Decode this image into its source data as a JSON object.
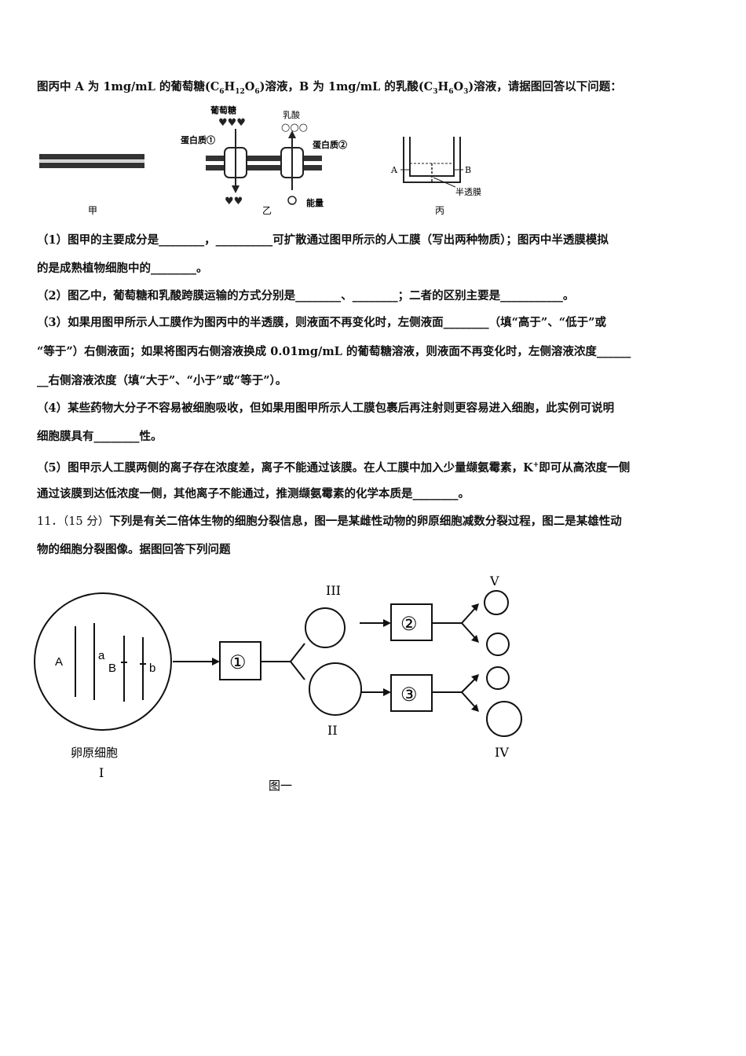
{
  "intro": {
    "p1": "图丙中 A 为 1mg/mL 的葡萄糖(C",
    "s1": "6",
    "p2": "H",
    "s2": "12",
    "p3": "O",
    "s3": "6",
    "p4": ")溶液，B 为 1mg/mL 的乳酸(C",
    "s4": "3",
    "p5": "H",
    "s5": "6",
    "p6": "O",
    "s6": "3",
    "p7": ")溶液，请据图回答以下问题："
  },
  "figure_top": {
    "label_jia": "甲",
    "label_yi": "乙",
    "label_bing": "丙",
    "glucose": "葡萄糖",
    "lactic": "乳酸",
    "protein1": "蛋白质①",
    "protein2": "蛋白质②",
    "energy": "能量",
    "A": "A",
    "B": "B",
    "membrane": "半透膜"
  },
  "q1": {
    "line1": "（1）图甲的主要成分是________，__________可扩散通过图甲所示的人工膜（写出两种物质）；图丙中半透膜模拟",
    "line2": "的是成熟植物细胞中的________。"
  },
  "q2": {
    "line1": "（2）图乙中，葡萄糖和乳酸跨膜运输的方式分别是________、________；二者的区别主要是___________。"
  },
  "q3": {
    "line1": "（3）如果用图甲所示人工膜作为图丙中的半透膜，则液面不再变化时，左侧液面________（填“高于”、“低于”或",
    "line2": "“等于”）右侧液面；如果将图丙右侧溶液换成 0.01mg/mL 的葡萄糖溶液，则液面不再变化时，左侧溶液浓度______",
    "line3": "__右侧溶液浓度（填“大于”、“小于”或“等于”）。"
  },
  "q4": {
    "line1": "（4）某些药物大分子不容易被细胞吸收，但如果用图甲所示人工膜包裹后再注射则更容易进入细胞，此实例可说明",
    "line2": "细胞膜具有________性。"
  },
  "q5": {
    "line1a": "（5）图甲示人工膜两侧的离子存在浓度差，离子不能通过该膜。在人工膜中加入少量缬氨霉素，K",
    "line1sup": "+",
    "line1b": "即可从高浓度一侧",
    "line2": "通过该膜到达低浓度一侧，其他离子不能通过，推测缬氨霉素的化学本质是________。"
  },
  "q11": {
    "number": "11．（15 分）",
    "line1": "下列是有关二倍体生物的细胞分裂信息，图一是某雌性动物的卵原细胞减数分裂过程，图二是某雄性动",
    "line2": "物的细胞分裂图像。据图回答下列问题"
  },
  "figure_one": {
    "chrom_A": "A",
    "chrom_a": "a",
    "chrom_B": "B",
    "chrom_b": "b",
    "cell_name": "卵原细胞",
    "cell_I": "I",
    "step1": "①",
    "step2": "②",
    "step3": "③",
    "cell_II": "II",
    "cell_III": "III",
    "cell_IV": "IV",
    "cell_V": "V",
    "caption": "图一"
  }
}
